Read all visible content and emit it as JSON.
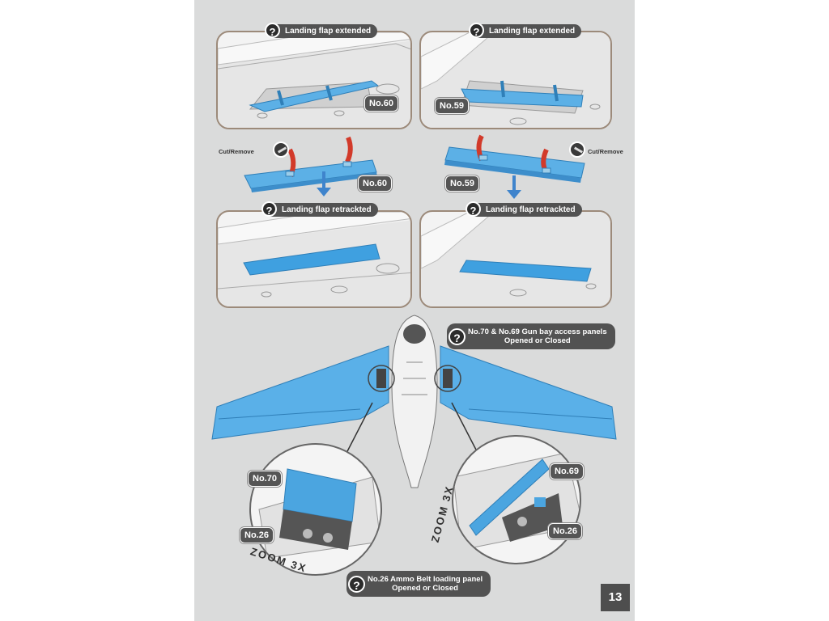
{
  "panels": {
    "top_left": {
      "title": "Landing flap extended",
      "part": "No.60"
    },
    "top_right": {
      "title": "Landing flap extended",
      "part": "No.59"
    },
    "bottom_left": {
      "title": "Landing flap retrackted"
    },
    "bottom_right": {
      "title": "Landing flap retrackted"
    }
  },
  "flaps": {
    "left": {
      "cut_label": "Cut/Remove",
      "part": "No.60"
    },
    "right": {
      "cut_label": "Cut/Remove",
      "part": "No.59"
    }
  },
  "gun_bay": {
    "line1": "No.70 & No.69 Gun bay access panels",
    "line2": "Opened or Closed"
  },
  "zoom_left": {
    "zoom": "ZOOM 3X",
    "part_panel": "No.70",
    "part_belt": "No.26"
  },
  "zoom_right": {
    "zoom": "ZOOM 3X",
    "part_panel": "No.69",
    "part_belt": "No.26"
  },
  "ammo": {
    "line1": "No.26 Ammo Belt loading panel",
    "line2": "Opened or Closed"
  },
  "page_number": "13",
  "colors": {
    "accent_blue": "#4aa2dc",
    "header_gray": "#525252",
    "frame": "#9c8a7a",
    "strap_red": "#d23a2a"
  }
}
